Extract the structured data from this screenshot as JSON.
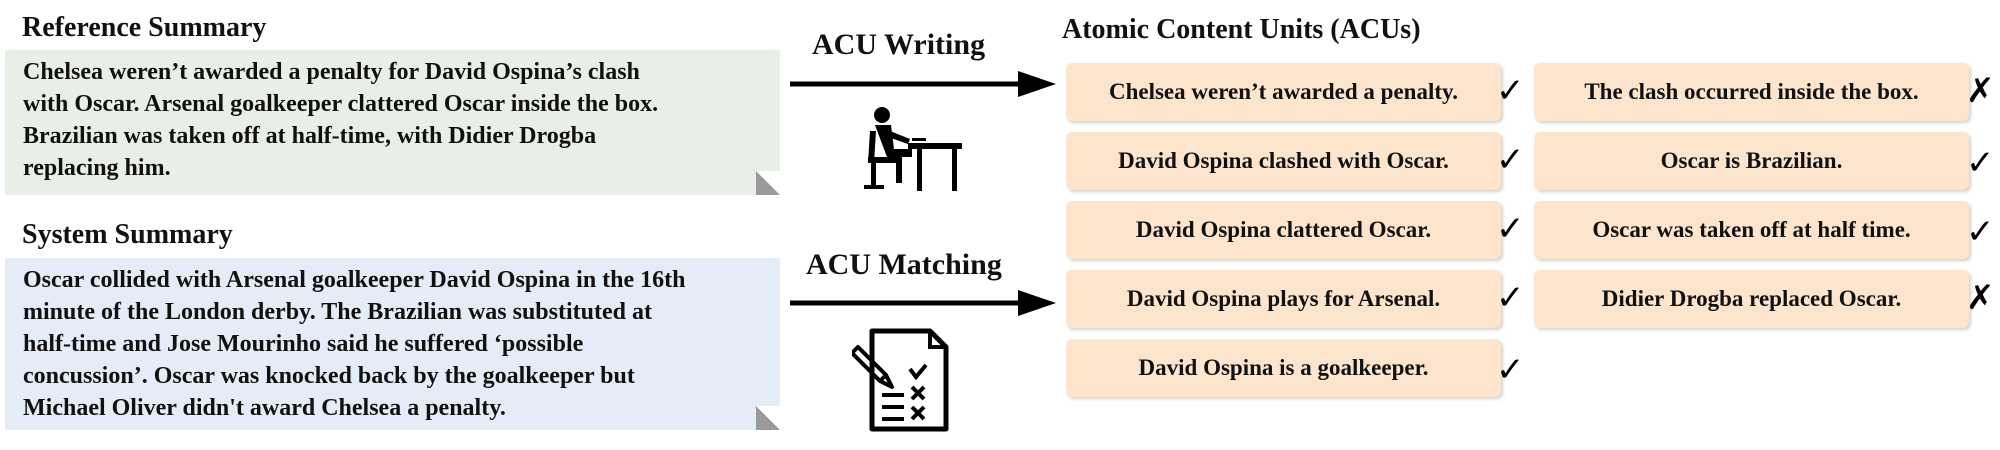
{
  "reference": {
    "heading": "Reference Summary",
    "lines": [
      "Chelsea weren’t awarded a penalty for David Ospina’s clash",
      "with Oscar. Arsenal goalkeeper clattered Oscar inside the box.",
      "Brazilian was taken off at half-time, with Didier Drogba",
      "replacing him."
    ]
  },
  "system": {
    "heading": "System Summary",
    "lines": [
      "Oscar collided with Arsenal goalkeeper David Ospina in the 16th",
      "minute of the London derby. The Brazilian was substituted at",
      "half-time and Jose Mourinho said he suffered ‘possible",
      "concussion’. Oscar was knocked back by the goalkeeper but",
      "Michael Oliver didn't award Chelsea a penalty."
    ]
  },
  "steps": {
    "writing": "ACU Writing",
    "matching": "ACU Matching"
  },
  "icons": {
    "writing": "person-writing-at-desk-icon",
    "matching": "checklist-with-pencil-icon"
  },
  "acus": {
    "title": "Atomic Content Units (ACUs)",
    "items": [
      {
        "text": "Chelsea weren’t awarded a penalty.",
        "mark": "✓",
        "matched": true
      },
      {
        "text": "The clash occurred inside the box.",
        "mark": "✗",
        "matched": false
      },
      {
        "text": "David Ospina clashed with Oscar.",
        "mark": "✓",
        "matched": true
      },
      {
        "text": "Oscar is Brazilian.",
        "mark": "✓",
        "matched": true
      },
      {
        "text": "David Ospina clattered Oscar.",
        "mark": "✓",
        "matched": true
      },
      {
        "text": "Oscar was taken off at half time.",
        "mark": "✓",
        "matched": true
      },
      {
        "text": "David Ospina plays for Arsenal.",
        "mark": "✓",
        "matched": true
      },
      {
        "text": "Didier Drogba replaced Oscar.",
        "mark": "✗",
        "matched": false
      },
      {
        "text": "David Ospina is a goalkeeper.",
        "mark": "✓",
        "matched": true
      }
    ]
  }
}
